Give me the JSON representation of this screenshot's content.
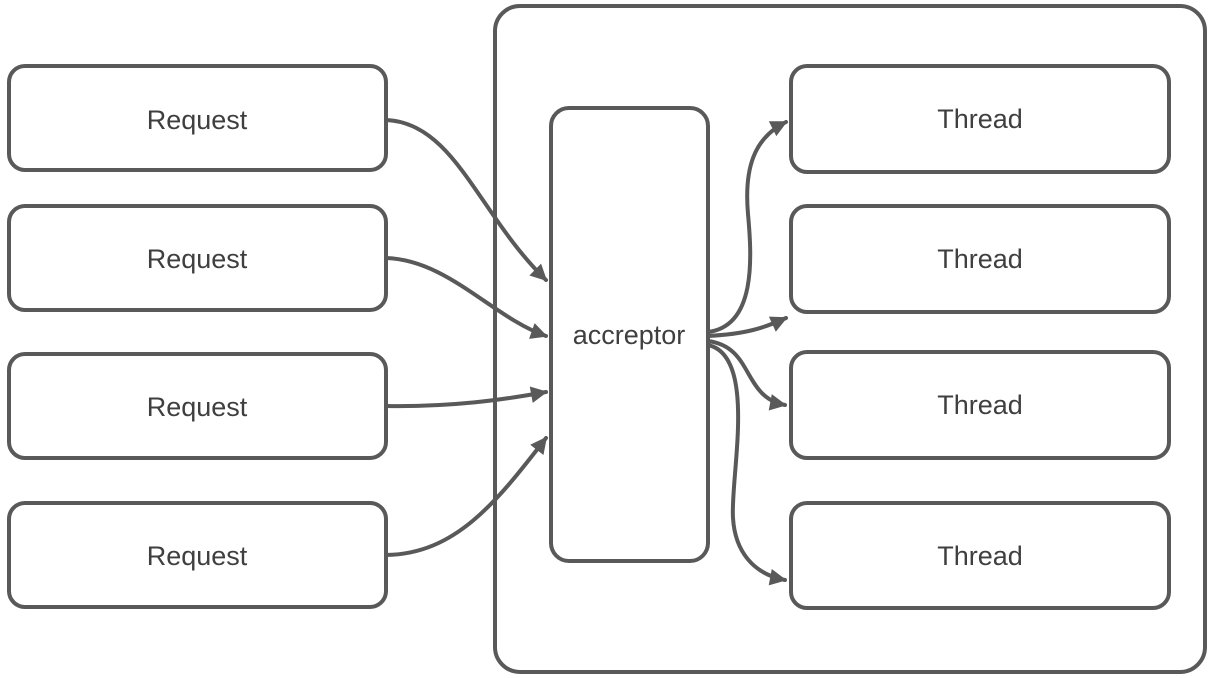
{
  "colors": {
    "stroke": "#595959",
    "text": "#3f3f3f",
    "fill": "#ffffff",
    "background": "#ffffff"
  },
  "nodes": {
    "requests": [
      {
        "label": "Request"
      },
      {
        "label": "Request"
      },
      {
        "label": "Request"
      },
      {
        "label": "Request"
      }
    ],
    "acceptor": {
      "label": "accreptor"
    },
    "threads": [
      {
        "label": "Thread"
      },
      {
        "label": "Thread"
      },
      {
        "label": "Thread"
      },
      {
        "label": "Thread"
      }
    ]
  },
  "edges": [
    {
      "from": "request-1",
      "to": "acceptor"
    },
    {
      "from": "request-2",
      "to": "acceptor"
    },
    {
      "from": "request-3",
      "to": "acceptor"
    },
    {
      "from": "request-4",
      "to": "acceptor"
    },
    {
      "from": "acceptor",
      "to": "thread-1"
    },
    {
      "from": "acceptor",
      "to": "thread-2"
    },
    {
      "from": "acceptor",
      "to": "thread-3"
    },
    {
      "from": "acceptor",
      "to": "thread-4"
    }
  ]
}
